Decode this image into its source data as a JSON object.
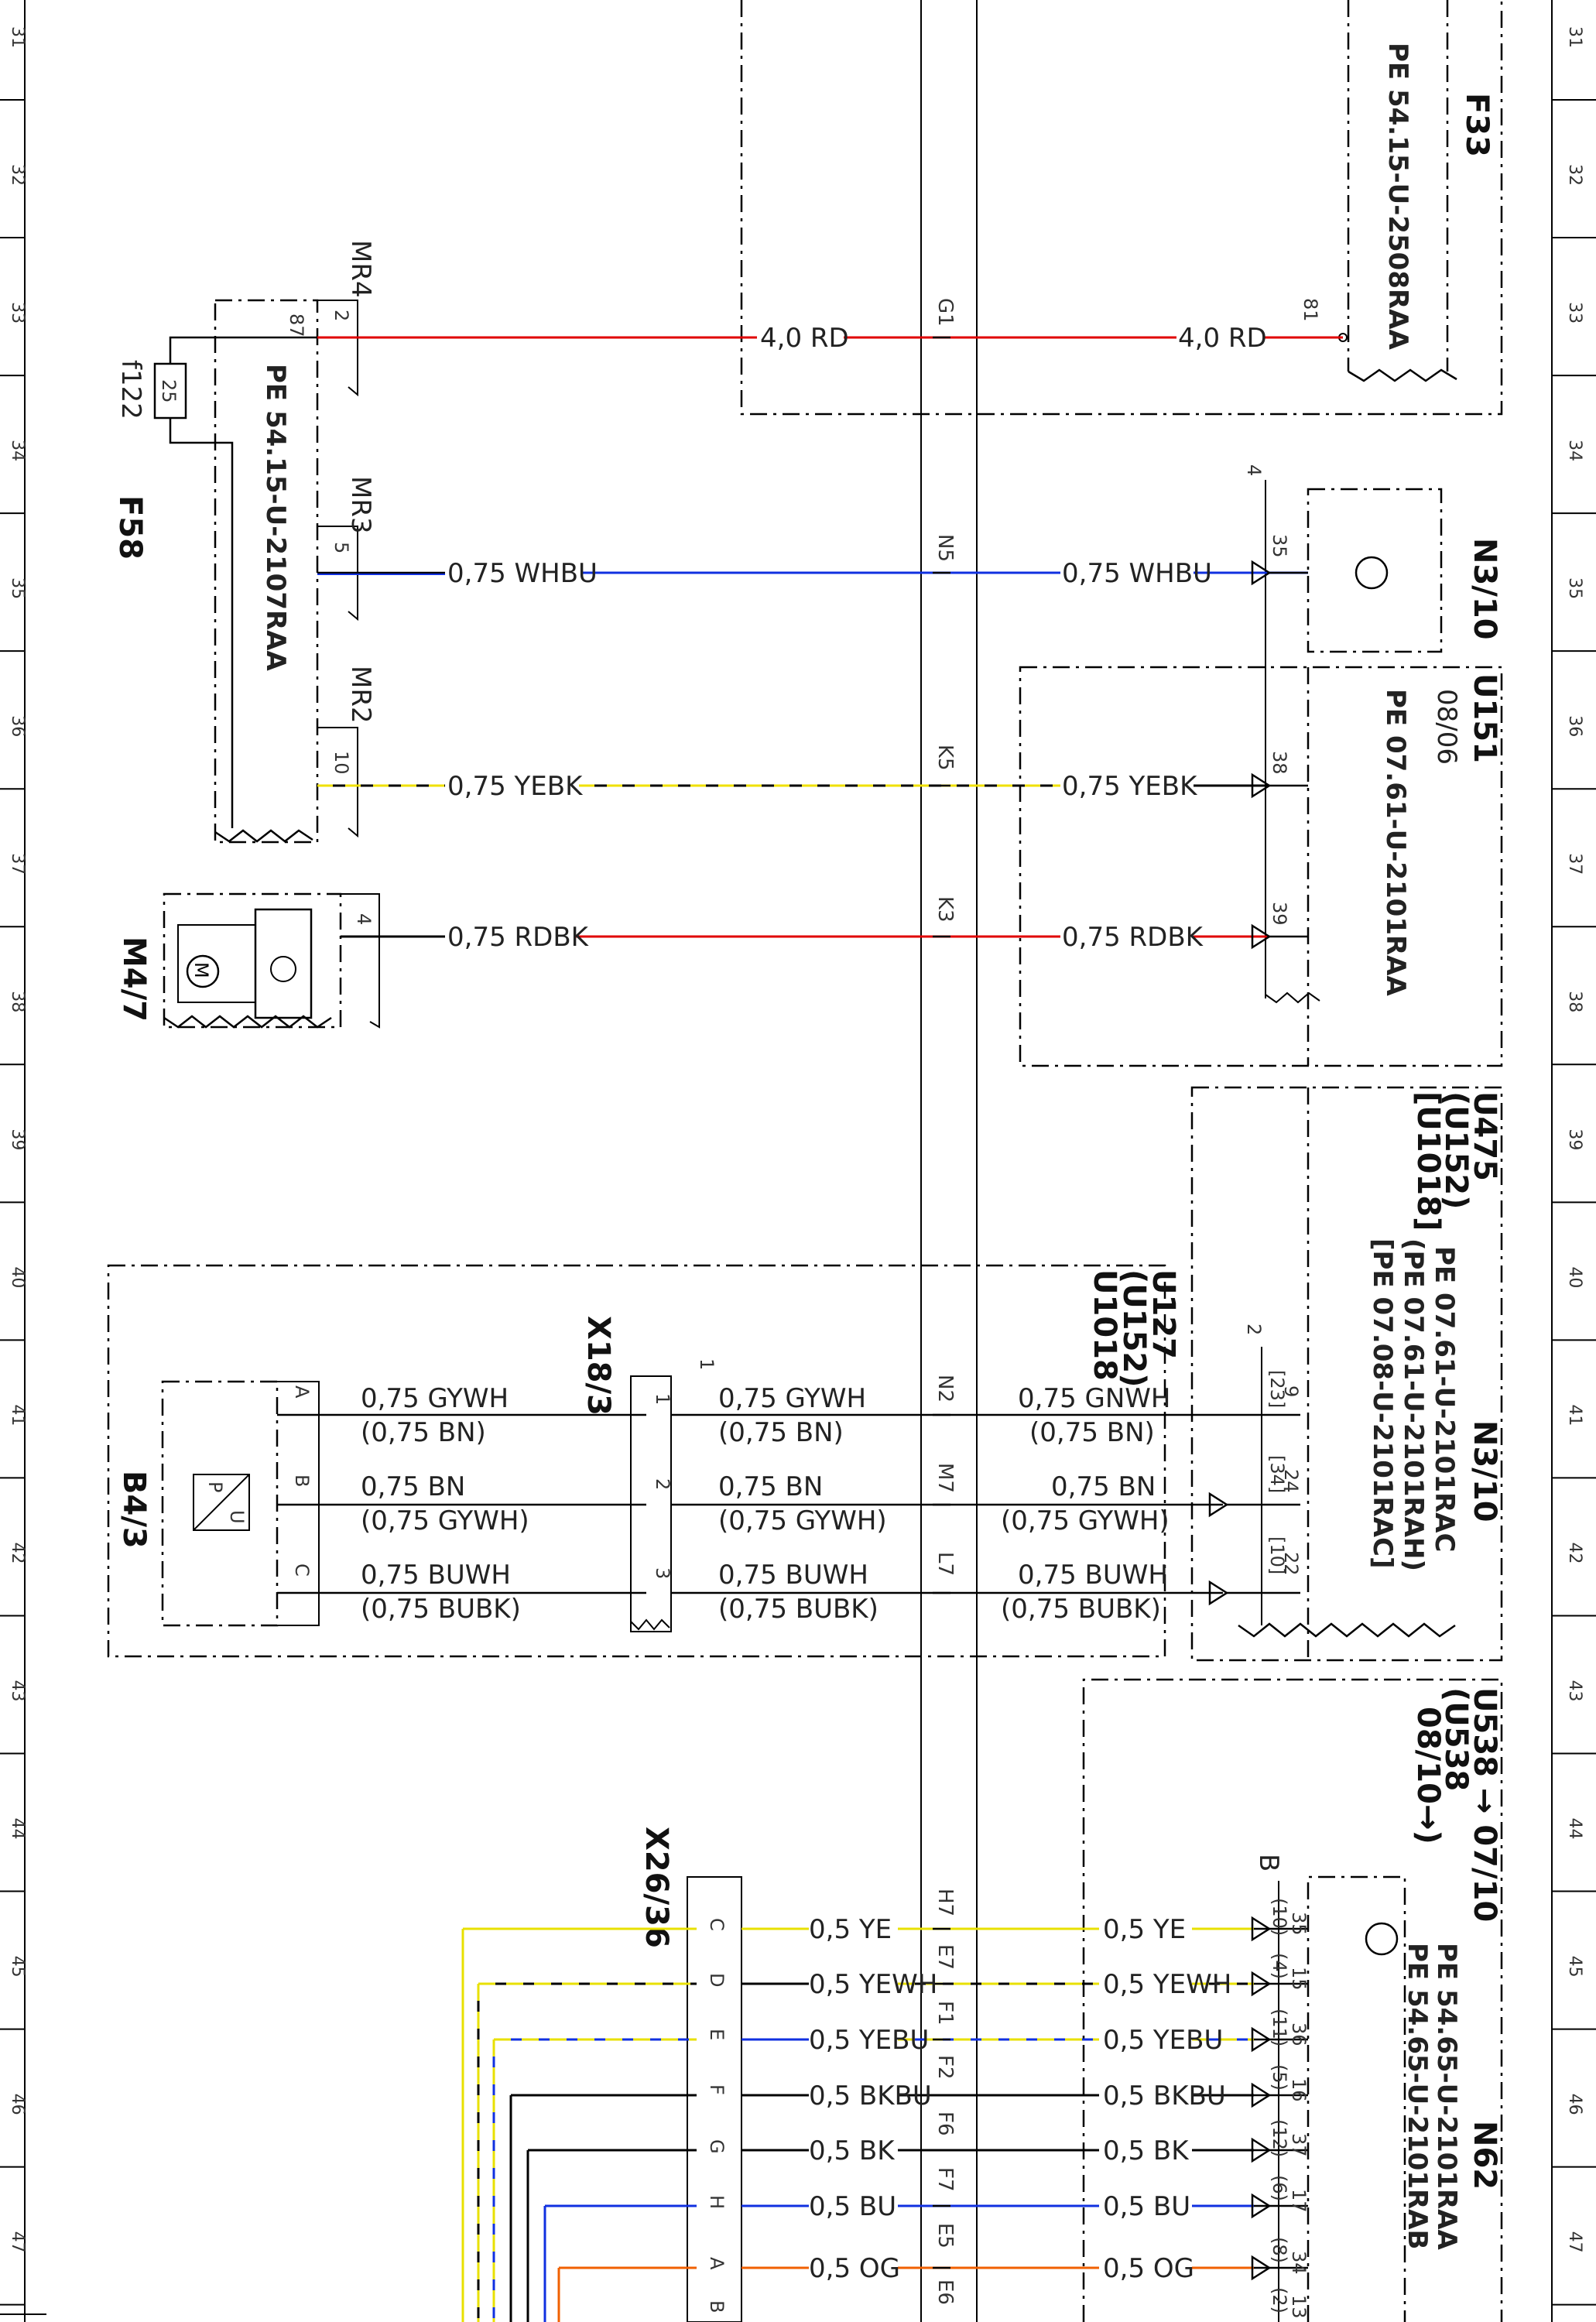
{
  "ruler": [
    "31",
    "32",
    "33",
    "34",
    "35",
    "36",
    "37",
    "38",
    "39",
    "40",
    "41",
    "42",
    "43",
    "44",
    "45",
    "46",
    "47"
  ],
  "trunk_connectors": {
    "g1": "G1",
    "n5": "N5",
    "k5": "K5",
    "k3": "K3",
    "n2": "N2",
    "m7": "M7",
    "l7": "L7",
    "h7": "H7",
    "e7": "E7",
    "f1": "F1",
    "f2": "F2",
    "f6": "F6",
    "f7": "F7",
    "e5": "E5",
    "e6": "E6"
  },
  "wires": {
    "w1": "4,0 RD",
    "w2": "0,75 WHBU",
    "w3": "0,75 YEBK",
    "w4": "0,75 RDBK",
    "b1": "0,75 GYWH",
    "b1p": "(0,75 BN)",
    "b2": "0,75 BN",
    "b2p": "(0,75 GYWH)",
    "b3": "0,75 BUWH",
    "b3p": "(0,75 BUBK)",
    "n1": "0,75 GNWH",
    "n1p": "(0,75 BN)",
    "c1": "0,5 YE",
    "c2": "0,5 YEWH",
    "c3": "0,5 YEBU",
    "c4": "0,5 BKBU",
    "c5": "0,5 BK",
    "c6": "0,5 BU",
    "c7": "0,5 OG"
  },
  "f58": {
    "id": "F58",
    "pe": "PE 54.15-U-2107RAA",
    "fuse": "f122",
    "fuse_rating": "25",
    "mr4": "MR4",
    "mr3": "MR3",
    "mr2": "MR2",
    "pin_87": "87",
    "pin_2": "2",
    "pin_5": "5",
    "pin_10": "10"
  },
  "f33": {
    "id": "F33",
    "pe": "PE 54.15-U-2508RAA",
    "pin": "81"
  },
  "m47": {
    "id": "M4/7",
    "pin": "4"
  },
  "n310_top": {
    "id": "N3/10",
    "pin_35": "35",
    "pin_4": "4"
  },
  "u151": {
    "id": "U151",
    "ref": "08/06",
    "pe": "PE 07.61-U-2101RAA",
    "pin_38": "38",
    "pin_39": "39"
  },
  "u475": {
    "line1": "U475",
    "line2": "(U152)",
    "line3": "[U1018]",
    "n310": "N3/10",
    "pe1": "PE 07.61-U-2101RAC",
    "pe2": "(PE 07.61-U-2101RAH)",
    "pe3": "[PE 07.08-U-2101RAC]",
    "pin9": "9",
    "pin23": "[23]",
    "pin2": "2",
    "pin24": "24",
    "pin34": "[34]",
    "pin22": "22",
    "pin10": "[10]"
  },
  "u127": {
    "line1": "U127",
    "line2": "(U152)",
    "line3": "U1018"
  },
  "b43": {
    "id": "B4/3",
    "pa": "A",
    "pb": "B",
    "pc": "C",
    "sym_top": "P",
    "sym_bot": "U"
  },
  "x183": {
    "id": "X18/3",
    "p1": "1",
    "p2": "2",
    "p3": "3",
    "top": "1"
  },
  "u538": {
    "line1": "U538 → 07/10",
    "line2": "(U538",
    "line3": "08/10→)"
  },
  "x2636": {
    "id": "X26/36",
    "pins": [
      "C",
      "D",
      "E",
      "F",
      "G",
      "H",
      "A",
      "B"
    ]
  },
  "n62": {
    "id": "N62",
    "pe1": "PE 54.65-U-2101RAA",
    "pe2": "PE 54.65-U-2101RAB",
    "b": "B",
    "pins": [
      "35",
      "15",
      "36",
      "16",
      "37",
      "17",
      "34",
      "13"
    ],
    "alt": [
      "(10)",
      "(4)",
      "(11)",
      "(5)",
      "(12)",
      "(6)",
      "(8)",
      "(2)"
    ]
  }
}
